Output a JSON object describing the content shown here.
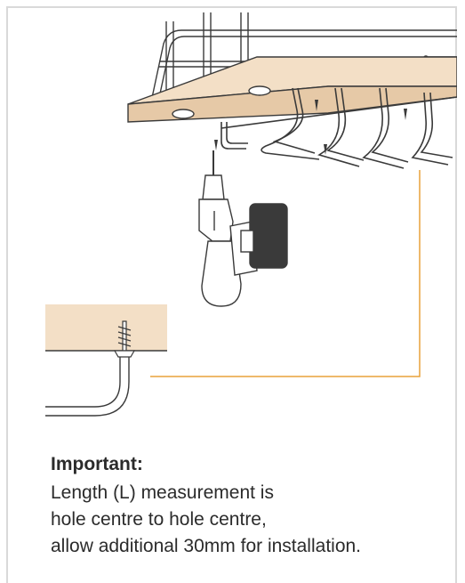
{
  "note": {
    "heading": "Important:",
    "lines": [
      "Length (L) measurement is",
      "hole centre to hole centre,",
      "allow additional 30mm for installation."
    ]
  },
  "colors": {
    "wood": "#f3dfc6",
    "leader_line": "#e8a23a",
    "outline": "#3a3a3a"
  },
  "icons": [
    "drill-icon",
    "screw-icon",
    "rack-icon"
  ]
}
